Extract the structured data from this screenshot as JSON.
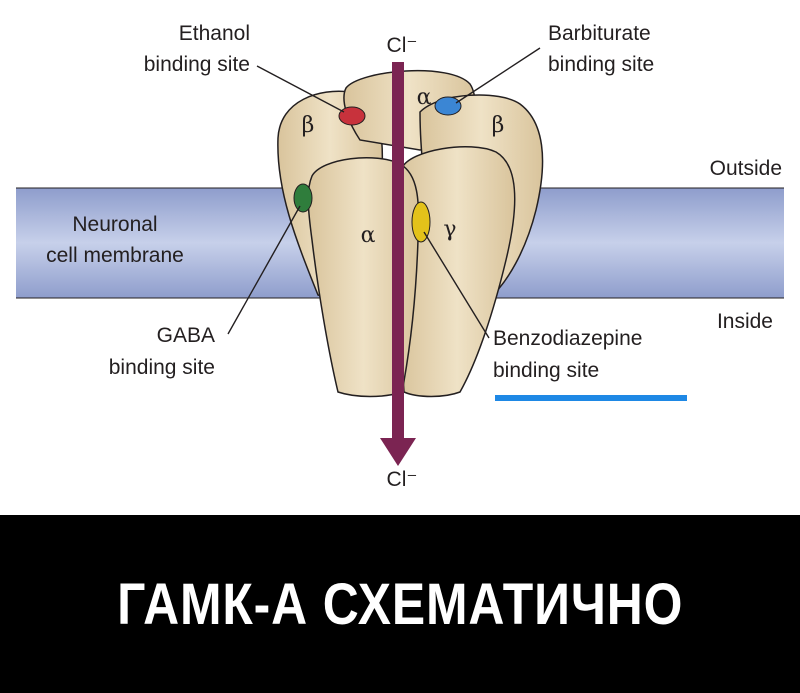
{
  "diagram": {
    "labels": {
      "ethanol_line1": "Ethanol",
      "ethanol_line2": "binding site",
      "barbiturate_line1": "Barbiturate",
      "barbiturate_line2": "binding site",
      "gaba_line1": "GABA",
      "gaba_line2": "binding site",
      "benzo_line1": "Benzodiazepine",
      "benzo_line2": "binding site",
      "membrane_line1": "Neuronal",
      "membrane_line2": "cell membrane",
      "outside": "Outside",
      "inside": "Inside",
      "chloride_top": "Cl⁻",
      "chloride_bottom": "Cl⁻"
    },
    "subunits": {
      "beta_left": "β",
      "alpha_back": "α",
      "beta_right": "β",
      "alpha_front": "α",
      "gamma_front": "γ"
    },
    "colors": {
      "membrane": "#aab6d8",
      "protein": "#e8d7b4",
      "protein_outline": "#231f20",
      "channel_arrow": "#7b2452",
      "ethanol_site": "#c8323c",
      "barbiturate_site": "#3b86d4",
      "gaba_site": "#2f7d3c",
      "benzo_site": "#e3c21a",
      "highlight_underline": "#1e88e5"
    }
  },
  "caption": {
    "text": "ГАМК-А СХЕМАТИЧНО"
  }
}
